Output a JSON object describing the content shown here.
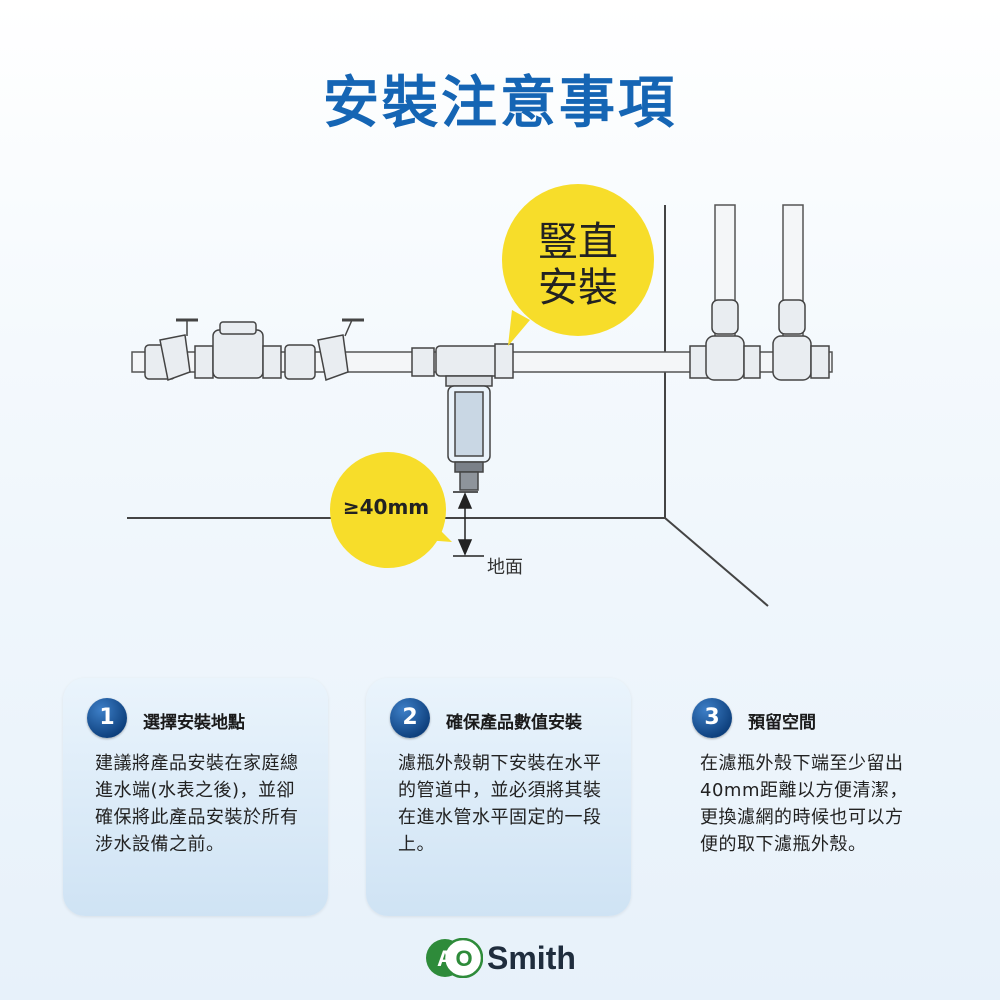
{
  "title": "安裝注意事項",
  "diagram": {
    "vertical_bubble": "豎直安裝",
    "gap_bubble": "≥40mm",
    "floor_label": "地面"
  },
  "cards": [
    {
      "number": "1",
      "heading": "選擇安裝地點",
      "body": "建議將產品安裝在家庭總進水端(水表之後)，並卻確保將此產品安裝於所有涉水設備之前。"
    },
    {
      "number": "2",
      "heading": "確保產品數值安裝",
      "body": "濾瓶外殼朝下安裝在水平的管道中，並必須將其裝在進水管水平固定的一段上。"
    },
    {
      "number": "3",
      "heading": "預留空間",
      "body": "在濾瓶外殼下端至少留出40mm距離以方便清潔，更換濾網的時候也可以方便的取下濾瓶外殼。"
    }
  ],
  "logo": {
    "mark": "AO",
    "text": "Smith"
  },
  "colors": {
    "title": "#1565b4",
    "bubble": "#f7dd2a",
    "badge": "#0d3f7c",
    "card": "#d6e8f6",
    "logo_green": "#2e8b3a"
  },
  "icons": [
    "water-meter-icon",
    "gate-valve-icon",
    "filter-icon",
    "pipe-fitting-icon"
  ]
}
